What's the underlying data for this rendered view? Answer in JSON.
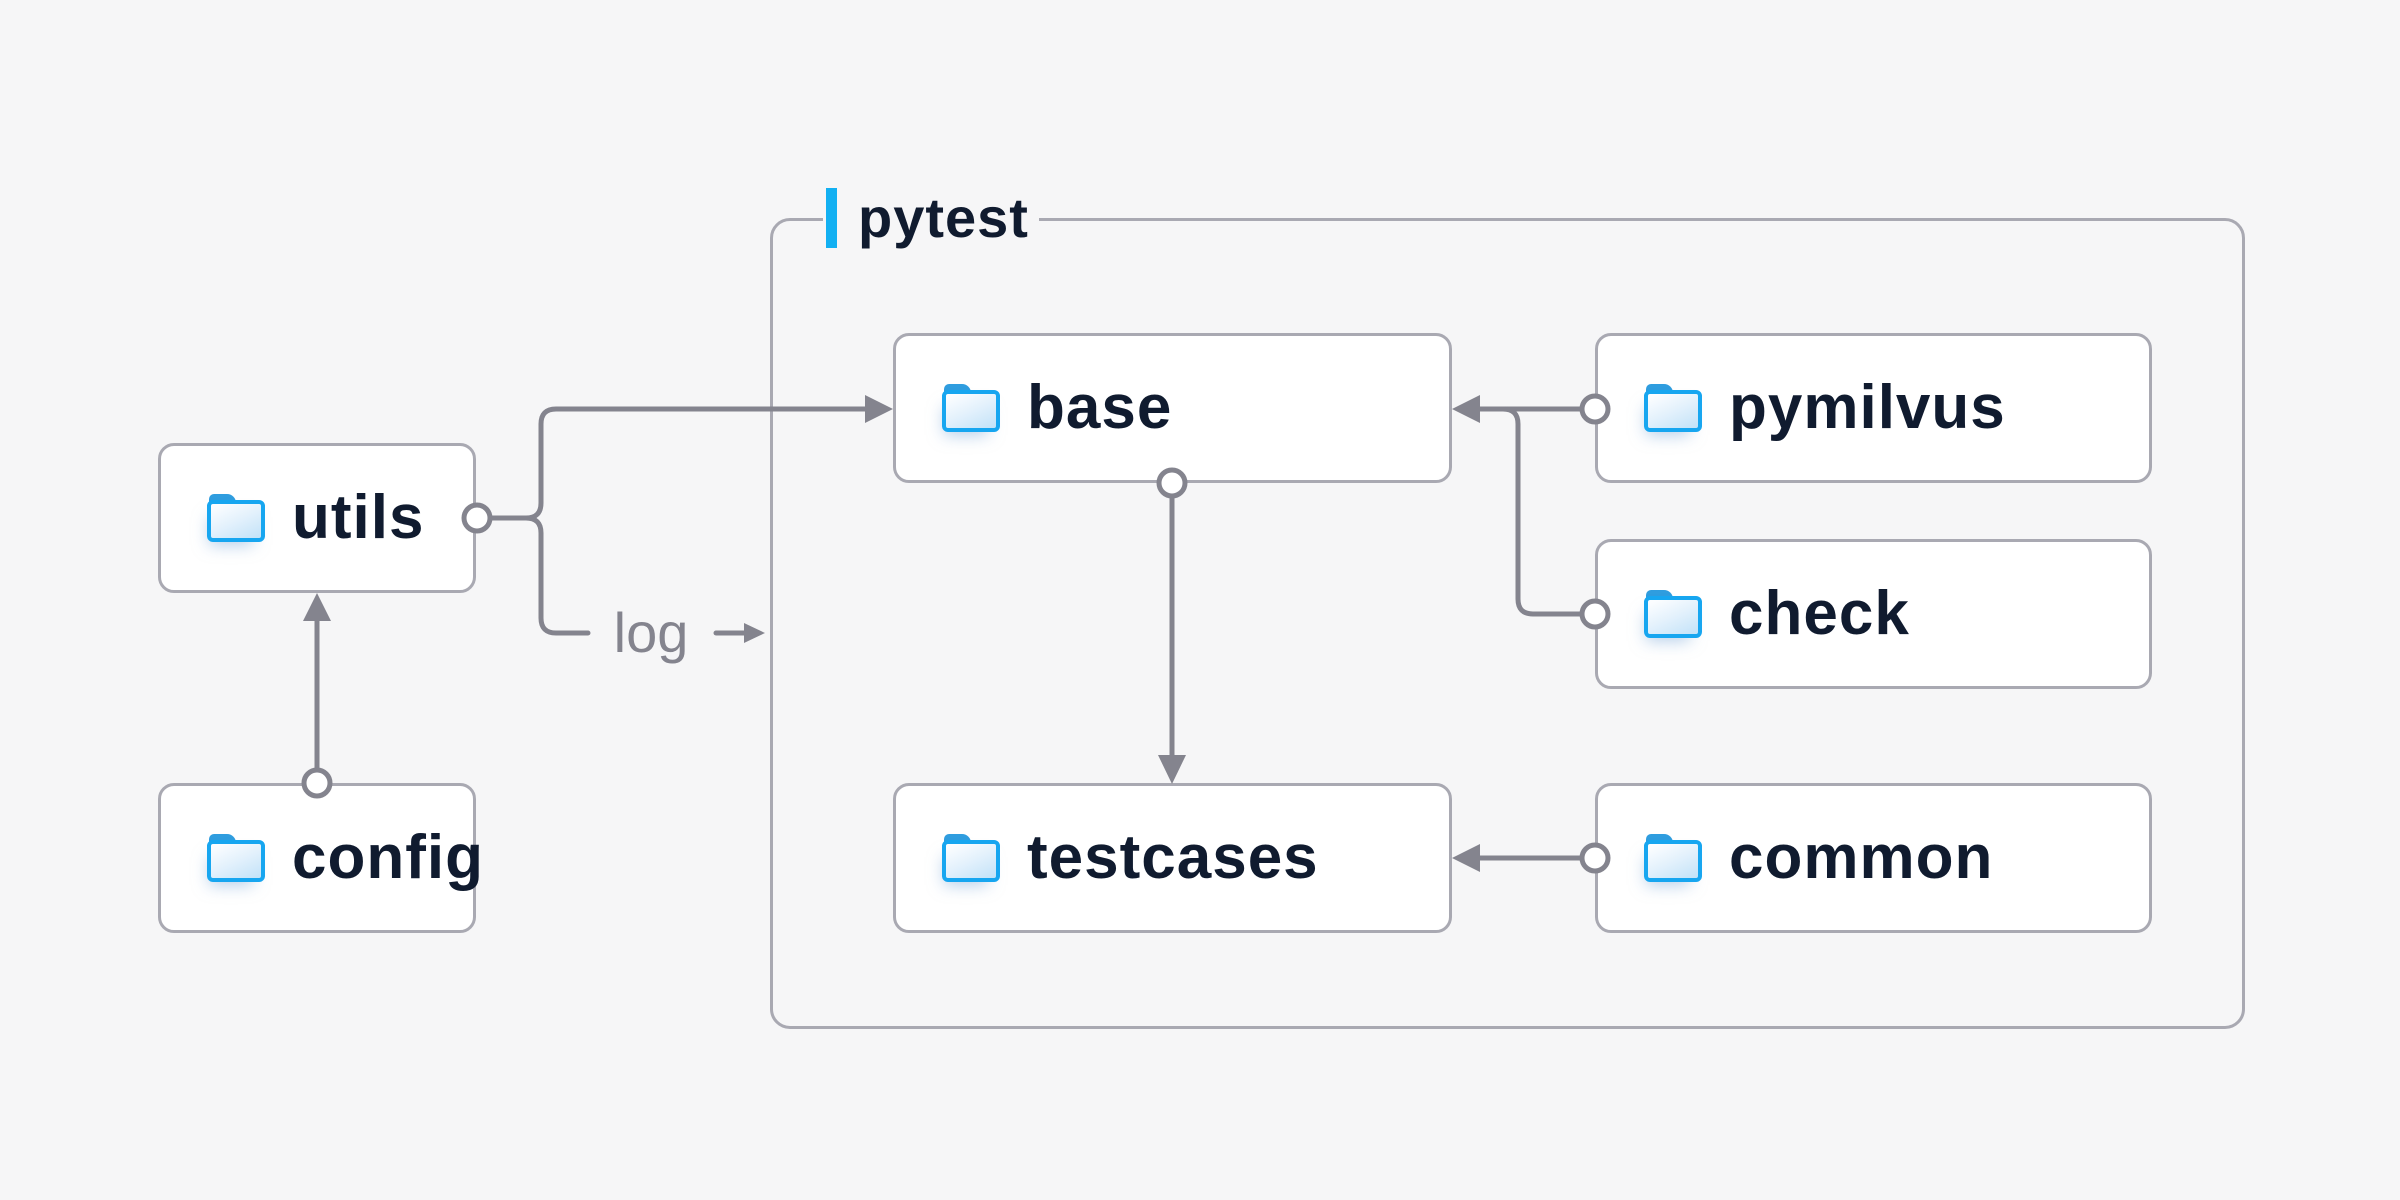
{
  "diagram": {
    "container": {
      "label": "pytest"
    },
    "nodes": {
      "utils": {
        "label": "utils",
        "icon": "folder-icon"
      },
      "config": {
        "label": "config",
        "icon": "folder-icon"
      },
      "base": {
        "label": "base",
        "icon": "folder-icon"
      },
      "pymilvus": {
        "label": "pymilvus",
        "icon": "folder-icon"
      },
      "check": {
        "label": "check",
        "icon": "folder-icon"
      },
      "testcases": {
        "label": "testcases",
        "icon": "folder-icon"
      },
      "common": {
        "label": "common",
        "icon": "folder-icon"
      }
    },
    "edges": [
      {
        "from": "config",
        "to": "utils",
        "style": "circle-to-arrow"
      },
      {
        "from": "utils",
        "to": "base",
        "style": "circle-to-arrow"
      },
      {
        "from": "utils",
        "to": "pytest",
        "label": "log",
        "style": "circle-to-arrow"
      },
      {
        "from": "base",
        "to": "testcases",
        "style": "circle-to-arrow"
      },
      {
        "from": "pymilvus",
        "to": "base",
        "style": "circle-to-arrow"
      },
      {
        "from": "check",
        "to": "base",
        "style": "circle-to-arrow"
      },
      {
        "from": "common",
        "to": "testcases",
        "style": "circle-to-arrow"
      }
    ],
    "colors": {
      "background": "#f6f6f7",
      "node_fill": "#ffffff",
      "node_border": "#a9a9b2",
      "connector_gray": "#84848e",
      "text_navy": "#101b2f",
      "accent_blue": "#12b0f2",
      "folder_blue": "#17a6f0"
    }
  }
}
